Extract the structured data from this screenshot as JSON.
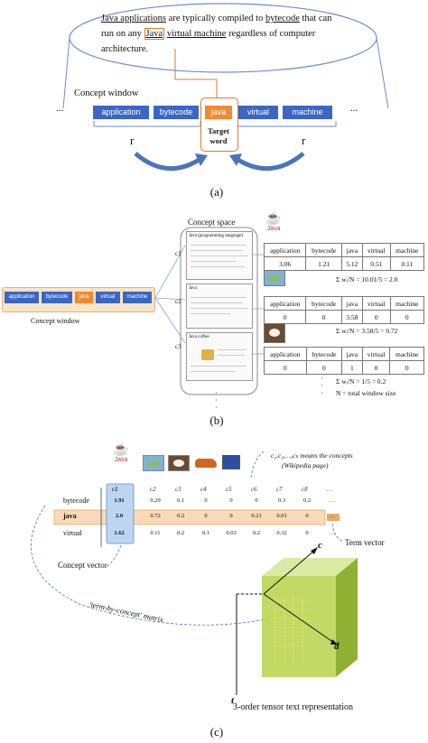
{
  "panel_a": {
    "sentence": {
      "w1": "Java applications",
      "w2": " are typically compiled to ",
      "w3": "bytecode",
      "w4": " that can run on any ",
      "w5": "Java",
      "w6": " ",
      "w7": "virtual machine",
      "w8": " regardless of computer architecture."
    },
    "window_label": "Concept window",
    "tokens": [
      "application",
      "bytecode",
      "java",
      "virtual",
      "machine"
    ],
    "ellipsis": "...",
    "target_line1": "Target",
    "target_line2": "word",
    "r_left": "r",
    "r_right": "r",
    "caption": "(a)"
  },
  "panel_b": {
    "concept_space": "Concept space",
    "java_logo_text": "Java",
    "tokens": [
      "application",
      "bytecode",
      "java",
      "virtual",
      "machine"
    ],
    "window_label": "Concept window",
    "docs": [
      {
        "id": "c1",
        "title": "Java (programming language)"
      },
      {
        "id": "c2",
        "title": "Java"
      },
      {
        "id": "c3",
        "title": "Java coffee"
      }
    ],
    "tables": [
      {
        "values": [
          "3.06",
          "1.21",
          "5.12",
          "0.51",
          "0.11"
        ],
        "formula": "/N = 10.01/5 = 2.0"
      },
      {
        "values": [
          "0",
          "0",
          "3.58",
          "0",
          "0"
        ],
        "formula": "/N = 3.58/5 = 0.72"
      },
      {
        "values": [
          "0",
          "0",
          "1",
          "0",
          "0"
        ],
        "formula": "/N = 1/5 = 0.2"
      }
    ],
    "sum_symbol": "Σ wᵢ",
    "note": "N = total window size",
    "dots": "·",
    "caption": "(b)"
  },
  "panel_c": {
    "note_line1": "c₁,c₂,…,cₙ means the concepts",
    "note_line2": "(Wikipedia page)",
    "columns": [
      "c1",
      "c2",
      "c3",
      "c4",
      "c5",
      "c6",
      "c7",
      "c8",
      "…"
    ],
    "rows": [
      {
        "label": "bytecode",
        "values": [
          "1.91",
          "0.29",
          "0.1",
          "0",
          "0",
          "0",
          "0.3",
          "0.2",
          "…"
        ]
      },
      {
        "label": "java",
        "values": [
          "2.0",
          "0.72",
          "0.2",
          "0",
          "0",
          "0.21",
          "0.01",
          "0",
          "…"
        ]
      },
      {
        "label": "virtual",
        "values": [
          "1.62",
          "0.11",
          "0.2",
          "0.1",
          "0.03",
          "0.2",
          "0.32",
          "0",
          "…"
        ]
      }
    ],
    "concept_vector_label": "Concept vector",
    "term_vector_label": "Term vector",
    "matrix_label": "'term-by-concept' matrix",
    "axis_c": "c",
    "axis_d": "d",
    "axis_t": "t",
    "tensor_label": "3-order tensor text representation",
    "caption": "(c)"
  },
  "colors": {
    "token_blue": "#3a66c4",
    "token_orange": "#f08a32",
    "highlight_row": "#f8d9b8",
    "concept_col": "#bcd6f2",
    "tensor_green": "#b9d14a"
  }
}
